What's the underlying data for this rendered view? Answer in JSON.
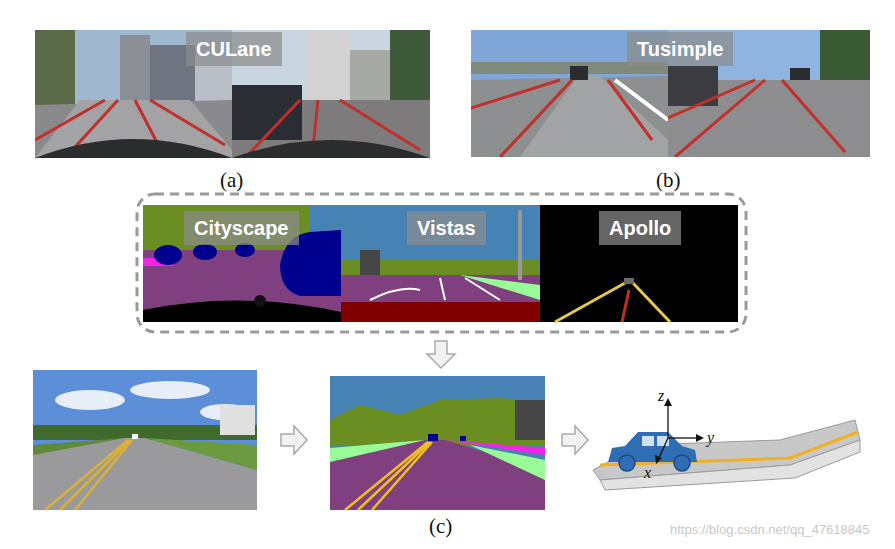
{
  "diagram": {
    "nodes": [
      {
        "text": [
          "CULane"
        ]
      },
      {
        "text": [
          "Tusimple"
        ]
      },
      {
        "text": [
          "Cityscape"
        ]
      },
      {
        "text": [
          "Vistas"
        ]
      },
      {
        "text": [
          "Apollo"
        ]
      }
    ],
    "labels": [
      "(a)",
      "(b)",
      "(c)",
      "z",
      "y",
      "x",
      "https://blog.csdn.net/qq_47618845"
    ]
  }
}
